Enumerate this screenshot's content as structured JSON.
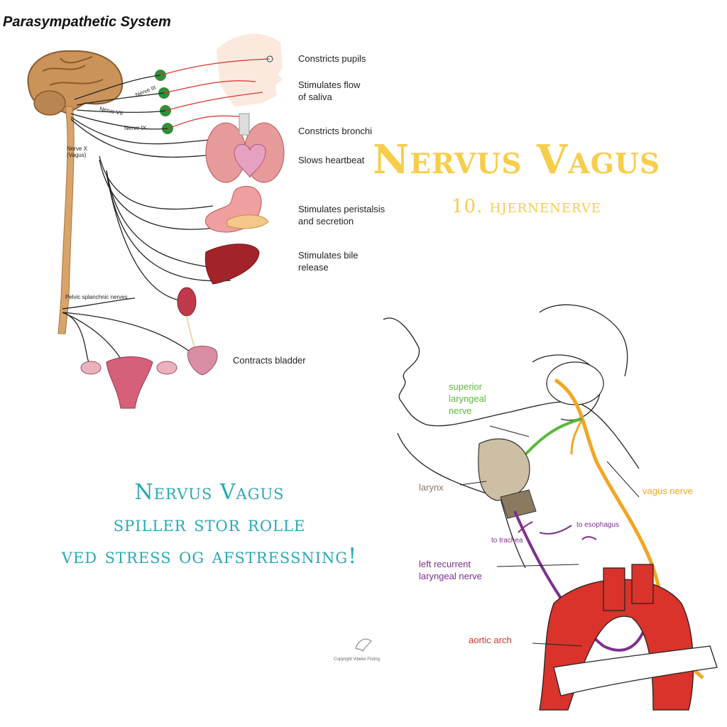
{
  "parasympathetic": {
    "title": "Parasympathetic System",
    "nerve_labels": [
      "Nerve III",
      "Nerve VII",
      "Nerve IX",
      "Nerve X\n(Vagus)",
      "Pelvic splanchnic nerves"
    ],
    "effects": [
      "Constricts pupils",
      "Stimulates flow\nof saliva",
      "Constricts bronchi",
      "Slows heartbeat",
      "Stimulates peristalsis\nand secretion",
      "Stimulates bile\nrelease",
      "Contracts bladder"
    ]
  },
  "heading": {
    "title": "Nervus Vagus",
    "subtitle": "10. hjernenerve"
  },
  "tagline": {
    "line1": "Nervus Vagus",
    "line2": "spiller stor rolle",
    "line3": "ved stress og afstressning!"
  },
  "anatomy": {
    "superior_laryngeal": "superior\nlaryngeal\nnerve",
    "larynx": "larynx",
    "vagus_nerve": "vagus nerve",
    "to_trachea": "to trachea",
    "to_esophagus": "to esophagus",
    "left_recurrent": "left recurrent\nlaryngeal nerve",
    "aortic_arch": "aortic arch",
    "colors": {
      "green": "#5cb83a",
      "orange": "#f2a623",
      "purple": "#7d2f8e",
      "larynx": "#8a7a60",
      "aorta": "#d9332b"
    }
  },
  "copyright": "Copyright Vibeke Fisting"
}
